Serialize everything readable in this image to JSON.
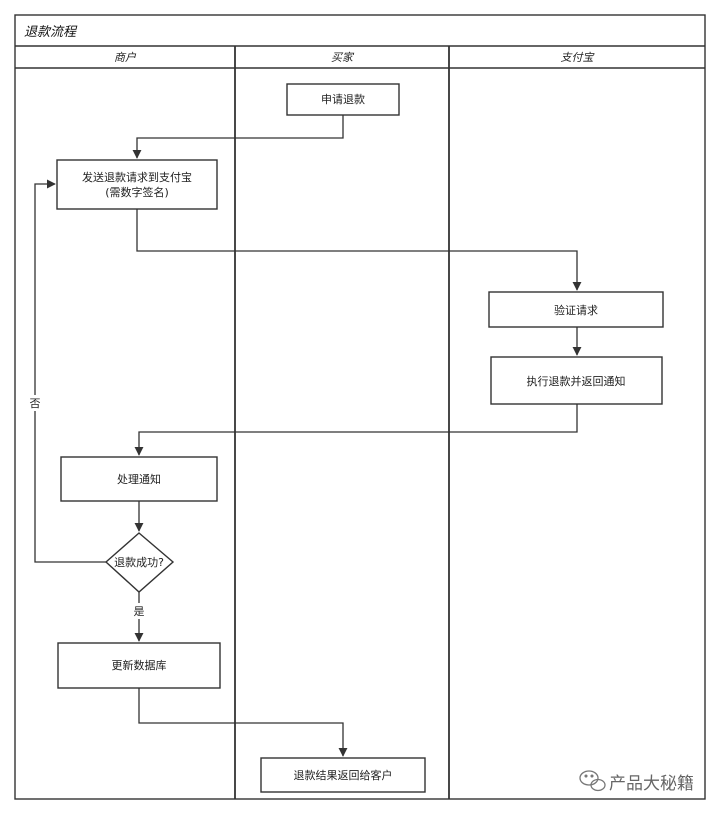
{
  "diagram": {
    "title": "退款流程",
    "lanes": [
      "商户",
      "买家",
      "支付宝"
    ],
    "nodes": {
      "apply": "申请退款",
      "send_line1": "发送退款请求到支付宝",
      "send_line2": "(需数字签名)",
      "verify": "验证请求",
      "execute": "执行退款并返回通知",
      "handle": "处理通知",
      "decision": "退款成功?",
      "update": "更新数据库",
      "result": "退款结果返回给客户"
    },
    "edges": {
      "no": "否",
      "yes": "是"
    },
    "colors": {
      "stroke": "#333333",
      "background": "#ffffff"
    }
  },
  "watermark": {
    "text": "产品大秘籍",
    "icon": "wechat-icon"
  }
}
